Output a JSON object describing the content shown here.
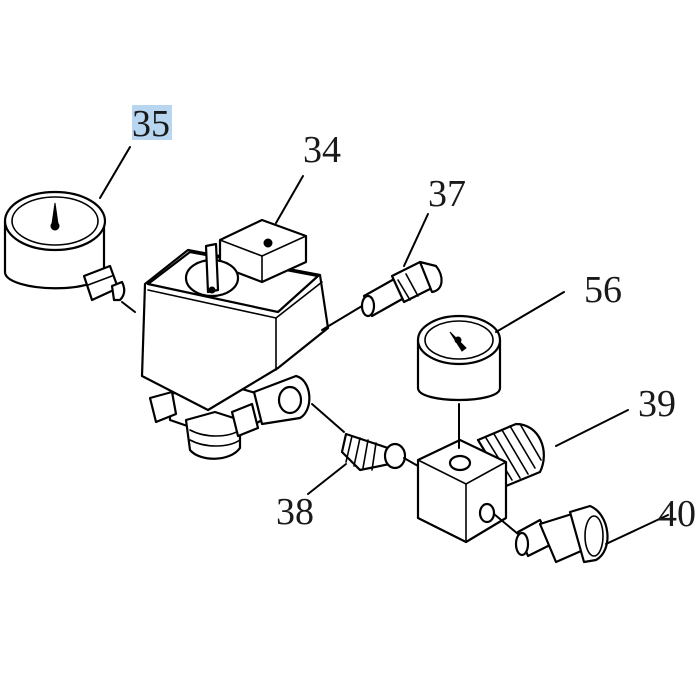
{
  "watermark": {
    "line1": "",
    "line2": ""
  },
  "highlight_color": "#b8d6f0",
  "callouts": {
    "c35": "35",
    "c34": "34",
    "c37": "37",
    "c56": "56",
    "c39": "39",
    "c38": "38",
    "c40": "40"
  },
  "parts": [
    {
      "number": "35",
      "kind": "pressure-gauge-large"
    },
    {
      "number": "34",
      "kind": "pressure-switch"
    },
    {
      "number": "37",
      "kind": "unloader-valve-fitting"
    },
    {
      "number": "56",
      "kind": "pressure-gauge-small"
    },
    {
      "number": "39",
      "kind": "pressure-regulator"
    },
    {
      "number": "38",
      "kind": "threaded-nipple"
    },
    {
      "number": "40",
      "kind": "quick-coupler"
    }
  ]
}
